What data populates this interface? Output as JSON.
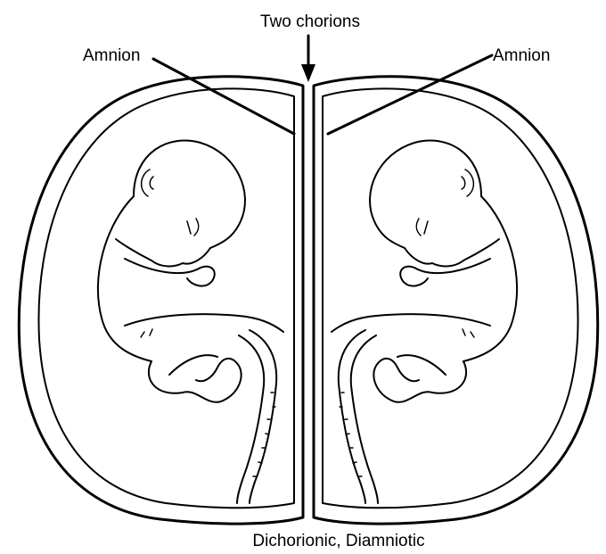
{
  "labels": {
    "top": "Two chorions",
    "left": "Amnion",
    "right": "Amnion",
    "caption": "Dichorionic, Diamniotic"
  },
  "colors": {
    "ink": "#000000",
    "background": "#ffffff"
  }
}
